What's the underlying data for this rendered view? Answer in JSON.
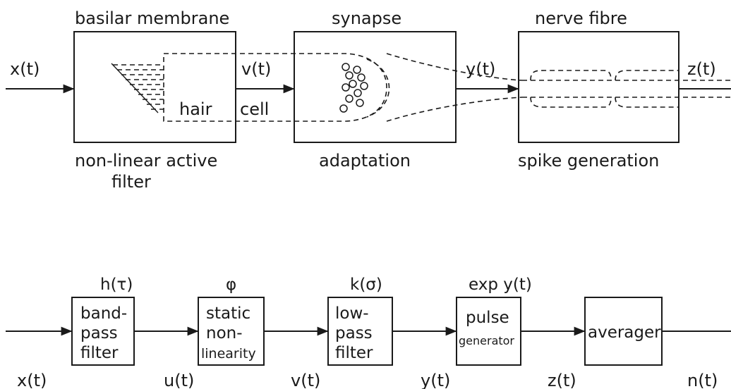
{
  "top": {
    "boxes": {
      "basilar": {
        "title": "basilar membrane",
        "bottom1": "non-linear active",
        "bottom2": "filter",
        "inner1": "hair",
        "inner2": "cell"
      },
      "synapse": {
        "title": "synapse",
        "bottom": "adaptation"
      },
      "nerve": {
        "title": "nerve fibre",
        "bottom": "spike generation"
      }
    },
    "signals": {
      "input": "x(t)",
      "v": "v(t)",
      "y": "y(t)",
      "z": "z(t)"
    }
  },
  "bottom": {
    "blocks": [
      {
        "above": "h(τ)",
        "lines": [
          "band-",
          "pass",
          "filter"
        ]
      },
      {
        "above": "φ",
        "lines": [
          "static",
          "non-",
          "linearity"
        ]
      },
      {
        "above": "k(σ)",
        "lines": [
          "low-",
          "pass",
          "filter"
        ]
      },
      {
        "above": "exp y(t)",
        "lines": [
          "pulse",
          "generator"
        ]
      },
      {
        "above": "",
        "lines": [
          "averager"
        ]
      }
    ],
    "signals": [
      "x(t)",
      "u(t)",
      "v(t)",
      "y(t)",
      "z(t)",
      "n(t)"
    ]
  }
}
